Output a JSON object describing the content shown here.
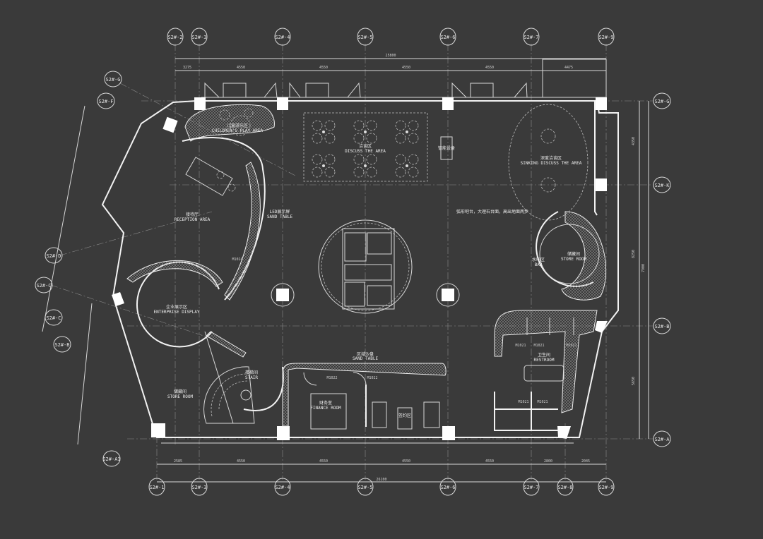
{
  "grid_axes": {
    "top": [
      "S2#-2",
      "S2#-3",
      "S2#-4",
      "S2#-5",
      "S2#-6",
      "S2#-7",
      "S2#-9"
    ],
    "bottom": [
      "S2#-1",
      "S2#-3",
      "S2#-4",
      "S2#-5",
      "S2#-6",
      "S2#-7",
      "S2#-8",
      "S2#-9"
    ],
    "left": [
      "S2#-G",
      "S2#-F",
      "S2#-D",
      "S2#-C",
      "S2#-C",
      "S2#-B",
      "S2#-A1"
    ],
    "right": [
      "S2#-G",
      "S2#-K",
      "S2#-B",
      "S2#-A"
    ]
  },
  "dimensions": {
    "top_total": "25800",
    "top": [
      "3275",
      "4550",
      "4550",
      "4550",
      "4550",
      "4475"
    ],
    "bottom_total": "26100",
    "bottom": [
      "2585",
      "4550",
      "4550",
      "4550",
      "4550",
      "2800",
      "2045"
    ],
    "right": [
      "4350",
      "8250",
      "7900",
      "5650"
    ]
  },
  "rooms": {
    "children_play": {
      "cn": "儿童游乐区",
      "en": "CHILDREN'S PLAY AREA"
    },
    "discuss": {
      "cn": "洽谈区",
      "en": "DISCUSS THE AREA"
    },
    "sinking_discuss": {
      "cn": "深度洽谈区",
      "en": "SINKING DISCUSS THE AREA"
    },
    "reception": {
      "cn": "接待厅",
      "en": "RECEPTION AREA"
    },
    "led_sand_table": {
      "cn": "LED展示屏",
      "en": "SAND TABLE"
    },
    "enterprise": {
      "cn": "企业展示区",
      "en": "ENTERPRISE DISPLAY"
    },
    "store_left": {
      "cn": "储藏间",
      "en": "STORE ROOM"
    },
    "stair": {
      "cn": "楼梯间",
      "en": "STAIR"
    },
    "sand_table_model": {
      "cn": "区域沙盘",
      "en": "SAND TABLE"
    },
    "finance": {
      "cn": "财务室",
      "en": "FINANCE ROOM"
    },
    "sign_area": {
      "cn": "签约区"
    },
    "bar": {
      "cn": "水吧区",
      "en": "BAR"
    },
    "store_right": {
      "cn": "储藏间",
      "en": "STORE ROOM"
    },
    "restroom": {
      "cn": "卫生间",
      "en": "RESTROOM"
    },
    "note": "弧形吧台，大理石台面，高出地面两步",
    "kiosk": "智能设备"
  },
  "door_tags": [
    "M1021",
    "M1021",
    "M1021",
    "M1021",
    "M1021",
    "M1022",
    "M1022",
    "M1024"
  ]
}
